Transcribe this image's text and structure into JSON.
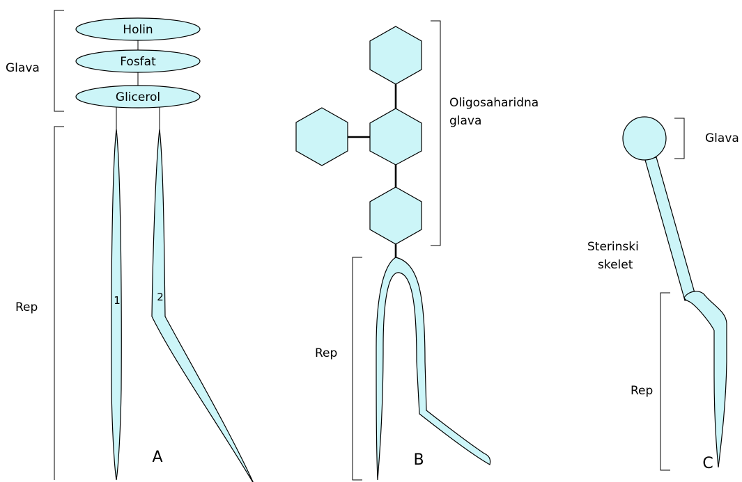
{
  "colors": {
    "fill": "#ccf5f8",
    "stroke": "#000000"
  },
  "panel_a": {
    "heads": [
      "Holin",
      "Fosfat",
      "Glicerol"
    ],
    "glava_label": "Glava",
    "rep_label": "Rep",
    "tail_numbers": [
      "1",
      "2"
    ],
    "panel_letter": "A"
  },
  "panel_b": {
    "head_label_line1": "Oligosaharidna",
    "head_label_line2": "glava",
    "rep_label": "Rep",
    "panel_letter": "B"
  },
  "panel_c": {
    "glava_label": "Glava",
    "skeleton_label_line1": "Sterinski",
    "skeleton_label_line2": "skelet",
    "rep_label": "Rep",
    "panel_letter": "C"
  }
}
